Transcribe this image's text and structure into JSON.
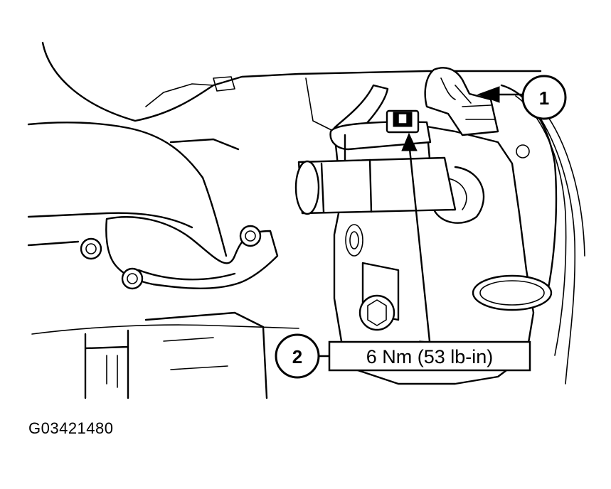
{
  "callouts": [
    {
      "number": "1"
    },
    {
      "number": "2"
    }
  ],
  "torque_spec": "6 Nm (53 lb-in)",
  "figure_id": "G03421480",
  "colors": {
    "ink": "#000000",
    "paper": "#ffffff"
  }
}
